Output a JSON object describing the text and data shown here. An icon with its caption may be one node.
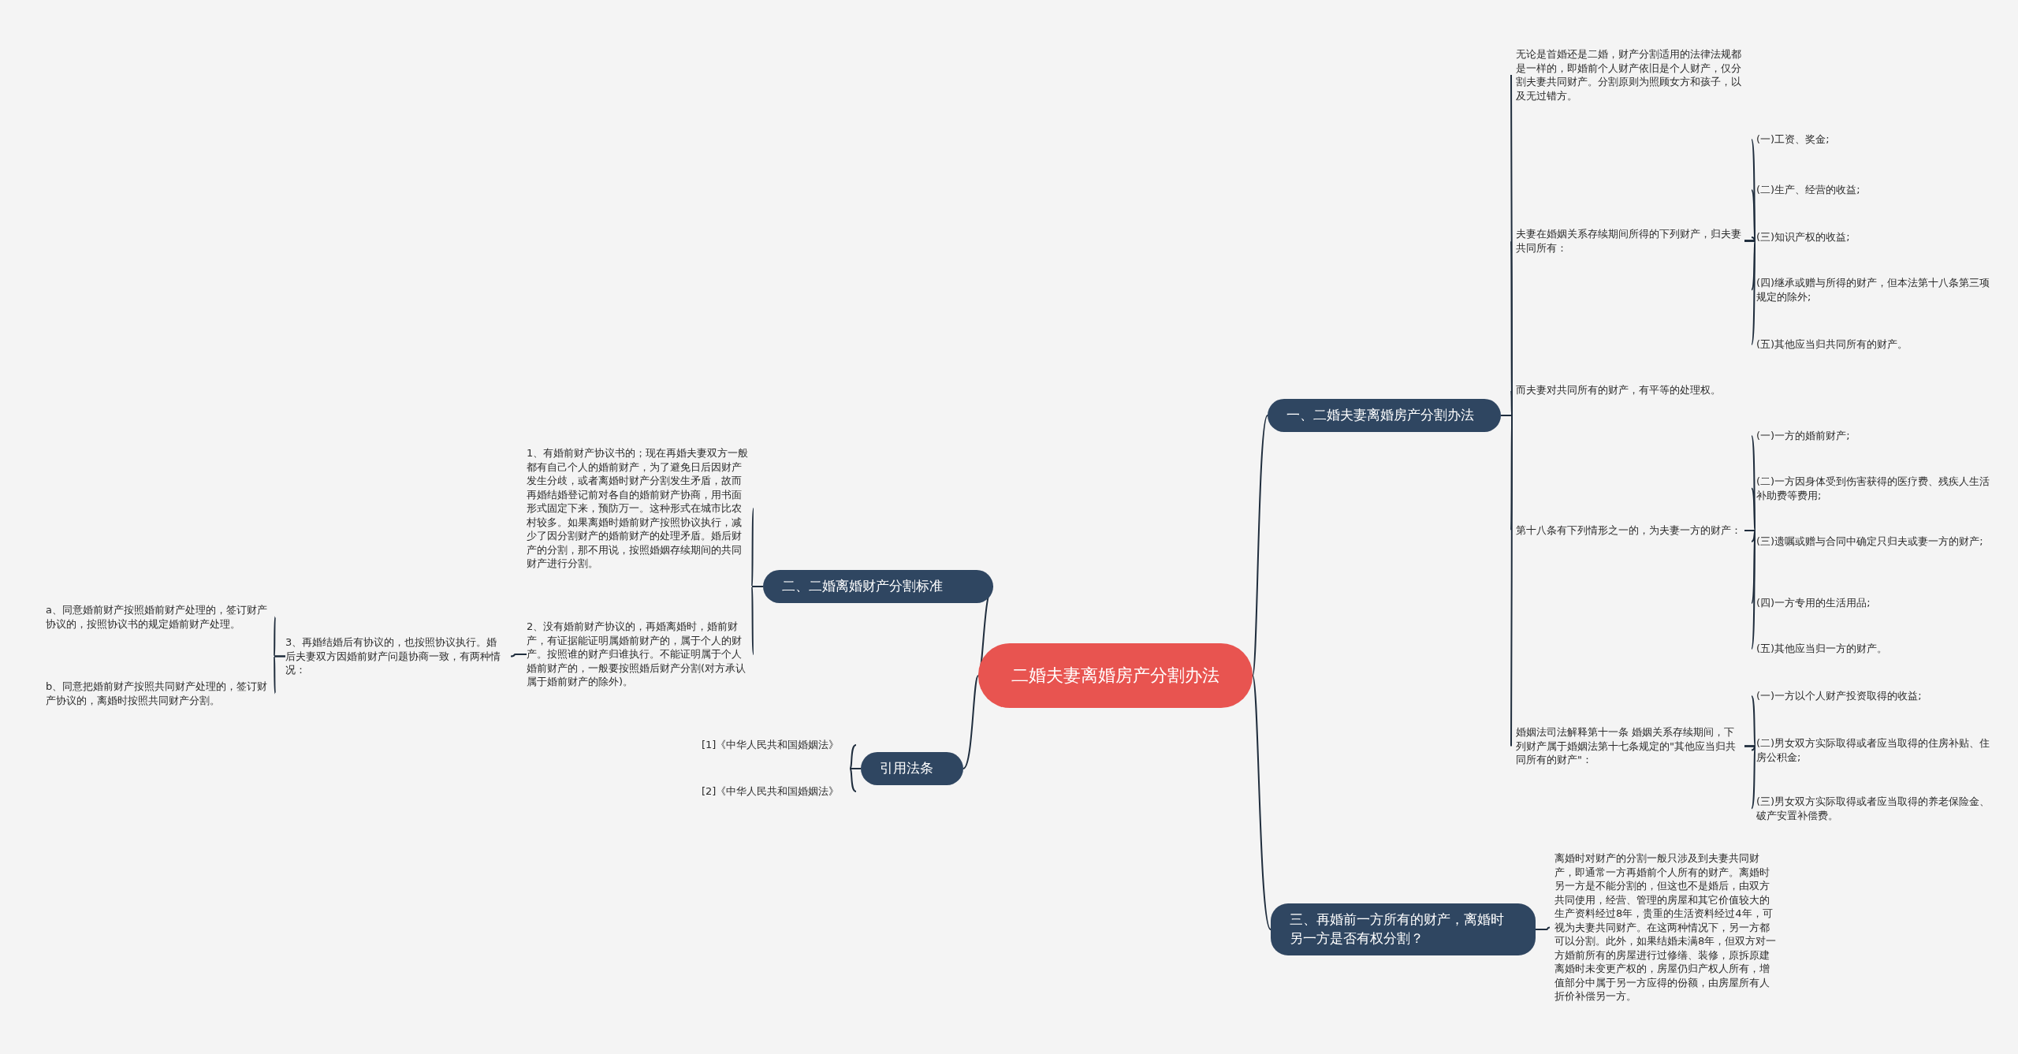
{
  "diagram": {
    "nodes": [
      {
        "text": [
          "二婚夫妻离婚房产分割办法"
        ]
      },
      {
        "text": [
          "一、二婚夫妻离婚房产分割办法"
        ]
      },
      {
        "text": [
          "无论是首婚还是二婚，财产分割适用的法律法规都是一样的，即婚前个人财产依旧是个人财产，仅分割夫妻共同财产。分割原则为照顾女方和孩子，以及无过错方。"
        ]
      },
      {
        "text": [
          "夫妻在婚姻关系存续期间所得的下列财产，归夫妻共同所有："
        ]
      },
      {
        "text": [
          "(一)工资、奖金;"
        ]
      },
      {
        "text": [
          "(二)生产、经营的收益;"
        ]
      },
      {
        "text": [
          "(三)知识产权的收益;"
        ]
      },
      {
        "text": [
          "(四)继承或赠与所得的财产，但本法第十八条第三项规定的除外;"
        ]
      },
      {
        "text": [
          "(五)其他应当归共同所有的财产。"
        ]
      },
      {
        "text": [
          "而夫妻对共同所有的财产，有平等的处理权。"
        ]
      },
      {
        "text": [
          "第十八条有下列情形之一的，为夫妻一方的财产："
        ]
      },
      {
        "text": [
          "(一)一方的婚前财产;"
        ]
      },
      {
        "text": [
          "(二)一方因身体受到伤害获得的医疗费、残疾人生活补助费等费用;"
        ]
      },
      {
        "text": [
          "(三)遗嘱或赠与合同中确定只归夫或妻一方的财产;"
        ]
      },
      {
        "text": [
          "(四)一方专用的生活用品;"
        ]
      },
      {
        "text": [
          "(五)其他应当归一方的财产。"
        ]
      },
      {
        "text": [
          "婚姻法司法解释第十一条 婚姻关系存续期间，下列财产属于婚姻法第十七条规定的\"其他应当归共同所有的财产\"："
        ]
      },
      {
        "text": [
          "(一)一方以个人财产投资取得的收益;"
        ]
      },
      {
        "text": [
          "(二)男女双方实际取得或者应当取得的住房补贴、住房公积金;"
        ]
      },
      {
        "text": [
          "(三)男女双方实际取得或者应当取得的养老保险金、破产安置补偿费。"
        ]
      },
      {
        "text": [
          "二、二婚离婚财产分割标准"
        ]
      },
      {
        "text": [
          "1、有婚前财产协议书的；现在再婚夫妻双方一般都有自己个人的婚前财产，为了避免日后因财产发生分歧，或者离婚时财产分割发生矛盾，故而再婚结婚登记前对各自的婚前财产协商，用书面形式固定下来，预防万一。这种形式在城市比农村较多。如果离婚时婚前财产按照协议执行，减少了因分割财产的婚前财产的处理矛盾。婚后财产的分割，那不用说，按照婚姻存续期间的共同财产进行分割。"
        ]
      },
      {
        "text": [
          "2、没有婚前财产协议的，再婚离婚时，婚前财产，有证据能证明属婚前财产的，属于个人的财产。按照谁的财产归谁执行。不能证明属于个人婚前财产的，一般要按照婚后财产分割(对方承认属于婚前财产的除外)。"
        ]
      },
      {
        "text": [
          "3、再婚结婚后有协议的，也按照协议执行。婚后夫妻双方因婚前财产问题协商一致，有两种情况："
        ]
      },
      {
        "text": [
          "a、同意婚前财产按照婚前财产处理的，签订财产协议的，按照协议书的规定婚前财产处理。"
        ]
      },
      {
        "text": [
          "b、同意把婚前财产按照共同财产处理的，签订财产协议的，离婚时按照共同财产分割。"
        ]
      },
      {
        "text": [
          "引用法条"
        ]
      },
      {
        "text": [
          "[1]《中华人民共和国婚姻法》"
        ]
      },
      {
        "text": [
          "[2]《中华人民共和国婚姻法》"
        ]
      },
      {
        "text": [
          "三、再婚前一方所有的财产，离婚时另一方是否有权分割？"
        ]
      },
      {
        "text": [
          "离婚时对财产的分割一般只涉及到夫妻共同财产，即通常一方再婚前个人所有的财产。离婚时另一方是不能分割的，但这也不是婚后，由双方共同使用，经营、管理的房屋和其它价值较大的生产资料经过8年，贵重的生活资料经过4年，可视为夫妻共同财产。在这两种情况下，另一方都可以分割。此外，如果结婚未满8年，但双方对一方婚前所有的房屋进行过修缮、装修，原拆原建离婚时未变更产权的，房屋仍归产权人所有，增值部分中属于另一方应得的份额，由房屋所有人折价补偿另一方。"
        ]
      }
    ],
    "edges": [
      {
        "from": 0,
        "to": 1,
        "arrow": "none"
      },
      {
        "from": 1,
        "to": 2,
        "arrow": "none"
      },
      {
        "from": 1,
        "to": 3,
        "arrow": "none"
      },
      {
        "from": 3,
        "to": 4,
        "arrow": "none"
      },
      {
        "from": 3,
        "to": 5,
        "arrow": "none"
      },
      {
        "from": 3,
        "to": 6,
        "arrow": "none"
      },
      {
        "from": 3,
        "to": 7,
        "arrow": "none"
      },
      {
        "from": 3,
        "to": 8,
        "arrow": "none"
      },
      {
        "from": 1,
        "to": 9,
        "arrow": "none"
      },
      {
        "from": 1,
        "to": 10,
        "arrow": "none"
      },
      {
        "from": 10,
        "to": 11,
        "arrow": "none"
      },
      {
        "from": 10,
        "to": 12,
        "arrow": "none"
      },
      {
        "from": 10,
        "to": 13,
        "arrow": "none"
      },
      {
        "from": 10,
        "to": 14,
        "arrow": "none"
      },
      {
        "from": 10,
        "to": 15,
        "arrow": "none"
      },
      {
        "from": 1,
        "to": 16,
        "arrow": "none"
      },
      {
        "from": 16,
        "to": 17,
        "arrow": "none"
      },
      {
        "from": 16,
        "to": 18,
        "arrow": "none"
      },
      {
        "from": 16,
        "to": 19,
        "arrow": "none"
      },
      {
        "from": 0,
        "to": 20,
        "arrow": "none"
      },
      {
        "from": 20,
        "to": 21,
        "arrow": "none"
      },
      {
        "from": 20,
        "to": 22,
        "arrow": "none"
      },
      {
        "from": 22,
        "to": 23,
        "arrow": "none"
      },
      {
        "from": 23,
        "to": 24,
        "arrow": "none"
      },
      {
        "from": 23,
        "to": 25,
        "arrow": "none"
      },
      {
        "from": 0,
        "to": 26,
        "arrow": "none"
      },
      {
        "from": 26,
        "to": 27,
        "arrow": "none"
      },
      {
        "from": 26,
        "to": 28,
        "arrow": "none"
      },
      {
        "from": 0,
        "to": 29,
        "arrow": "none"
      },
      {
        "from": 29,
        "to": 30,
        "arrow": "none"
      }
    ]
  }
}
